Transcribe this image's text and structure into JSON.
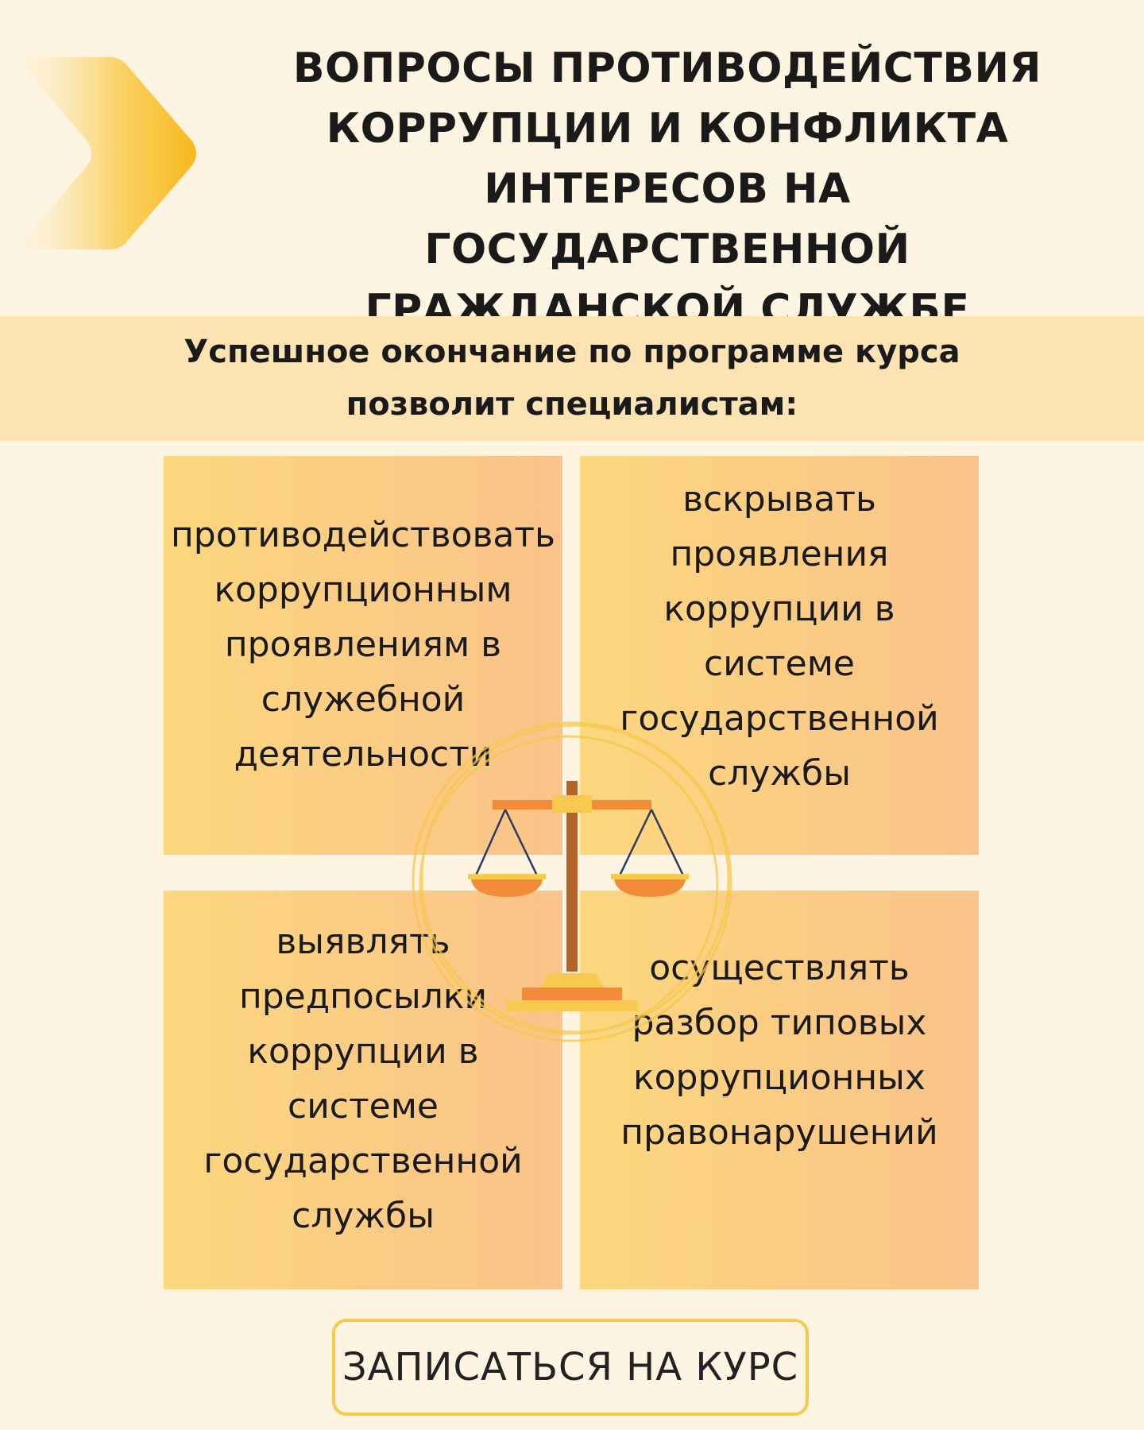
{
  "header": {
    "title_lines": [
      "ВОПРОСЫ ПРОТИВОДЕЙСТВИЯ",
      "КОРРУПЦИИ И КОНФЛИКТА",
      "ИНТЕРЕСОВ НА ГОСУДАРСТВЕННОЙ",
      "ГРАЖДАНСКОЙ СЛУЖБЕ"
    ]
  },
  "subtitle": {
    "lines": [
      "Успешное окончание по программе курса",
      "позволит специалистам:"
    ]
  },
  "cells": [
    {
      "lines": [
        "противодействовать",
        "коррупционным",
        "проявлениям в",
        "служебной",
        "деятельности"
      ]
    },
    {
      "lines": [
        "вскрывать",
        "проявления",
        "коррупции в",
        "системе",
        "государственной",
        "службы"
      ]
    },
    {
      "lines": [
        "выявлять",
        "предпосылки",
        "коррупции в",
        "системе",
        "государственной",
        "службы"
      ]
    },
    {
      "lines": [
        "осуществлять",
        "разбор типовых",
        "коррупционных",
        "правонарушений"
      ]
    }
  ],
  "cta": {
    "label": "ЗАПИСАТЬСЯ НА КУРС"
  },
  "icons": {
    "decor": "chevron-right-icon",
    "center": "scales-of-justice-icon"
  },
  "colors": {
    "background": "#fdf4e1",
    "band": "#fbe3b3",
    "cell_gradient_start": "#fcd77e",
    "cell_gradient_end": "#fac38a",
    "accent": "#f7c94f",
    "orange": "#f28c38",
    "brown": "#b5652a"
  }
}
